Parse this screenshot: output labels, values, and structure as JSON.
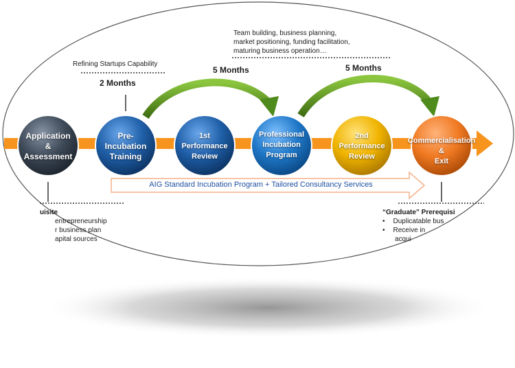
{
  "colors": {
    "orange_arrow": "#f7941d",
    "green_arrow": "#5a8f1e",
    "dark_circle": "#3e4a58",
    "blue_circle": "#1f5fa8",
    "mid_blue_circle": "#1f78c8",
    "gold_circle": "#f0b400",
    "orange_circle": "#f07a22",
    "program_text": "#1f4fa0"
  },
  "stages": [
    {
      "line1": "Application",
      "line2": "&",
      "line3": "Assessment",
      "icon": "dark-slate"
    },
    {
      "line1": "Pre-",
      "line2": "Incubation",
      "line3": "Training",
      "icon": "blue"
    },
    {
      "line1": "1st",
      "line2": "Performance",
      "line3": "Review",
      "icon": "blue"
    },
    {
      "line1": "Professional",
      "line2": "Incubation",
      "line3": "Program",
      "icon": "bright-blue"
    },
    {
      "line1": "2nd",
      "line2": "Performance",
      "line3": "Review",
      "icon": "gold"
    },
    {
      "line1": "Commercialisation",
      "line2": "&",
      "line3": "Exit",
      "icon": "orange"
    }
  ],
  "annotations": {
    "refining": "Refining Startups Capability",
    "duration_1": "2 Months",
    "duration_2": "5 Months",
    "duration_3": "5 Months",
    "services_1": "Team building, business planning,",
    "services_2": "market positioning, funding facilitation,",
    "services_3": "maturing business operation…",
    "program": "AIG Standard Incubation Program + Tailored Consultancy Services"
  },
  "left_box": {
    "title": "uisite",
    "items": [
      "entrepreneurship",
      "r business plan",
      "apital sources"
    ]
  },
  "right_box": {
    "title": "“Graduate” Prerequisi",
    "items": [
      "Duplicatable bus",
      "Receive in",
      "acqui"
    ]
  }
}
